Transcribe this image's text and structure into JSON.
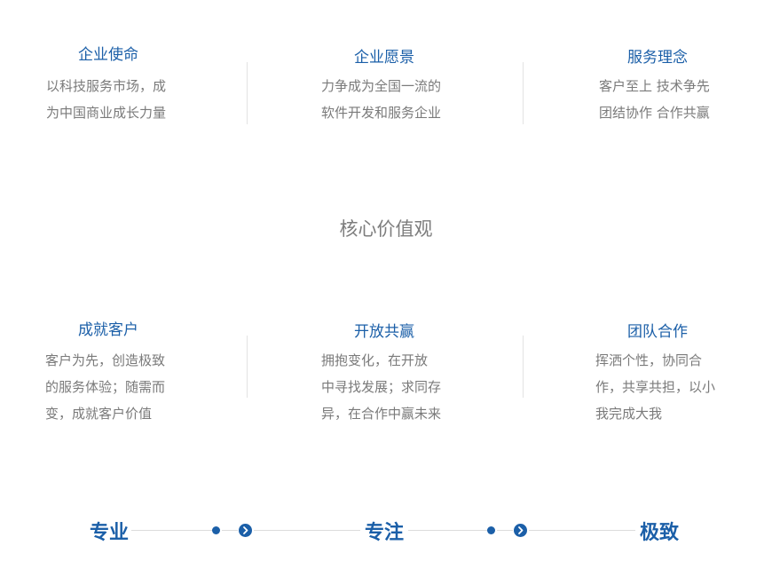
{
  "top_cards": [
    {
      "title": "企业使命",
      "lines": [
        "以科技服务市场，成",
        "为中国商业成长力量"
      ]
    },
    {
      "title": "企业愿景",
      "lines": [
        "力争成为全国一流的",
        "软件开发和服务企业"
      ]
    },
    {
      "title": "服务理念",
      "lines": [
        "客户至上  技术争先",
        "团结协作  合作共赢"
      ]
    }
  ],
  "core_values_heading": "核心价值观",
  "bottom_cards": [
    {
      "title": "成就客户",
      "lines": [
        "客户为先，创造极致",
        "的服务体验；随需而",
        "变，成就客户价值"
      ]
    },
    {
      "title": "开放共赢",
      "lines": [
        "拥抱变化，在开放",
        "中寻找发展；求同存",
        "异，在合作中赢未来"
      ]
    },
    {
      "title": "团队合作",
      "lines": [
        "挥洒个性，协同合",
        "作，共享共担，以小",
        "我完成大我"
      ]
    }
  ],
  "pillars": [
    "专业",
    "专注",
    "极致"
  ],
  "icons": {
    "dot": "dot-icon",
    "arrow": "chevron-right-icon"
  },
  "colors": {
    "accent": "#1b5fa8",
    "text": "#7a7a7a",
    "heading": "#7d7d7d",
    "divider": "#e3e3e3"
  }
}
